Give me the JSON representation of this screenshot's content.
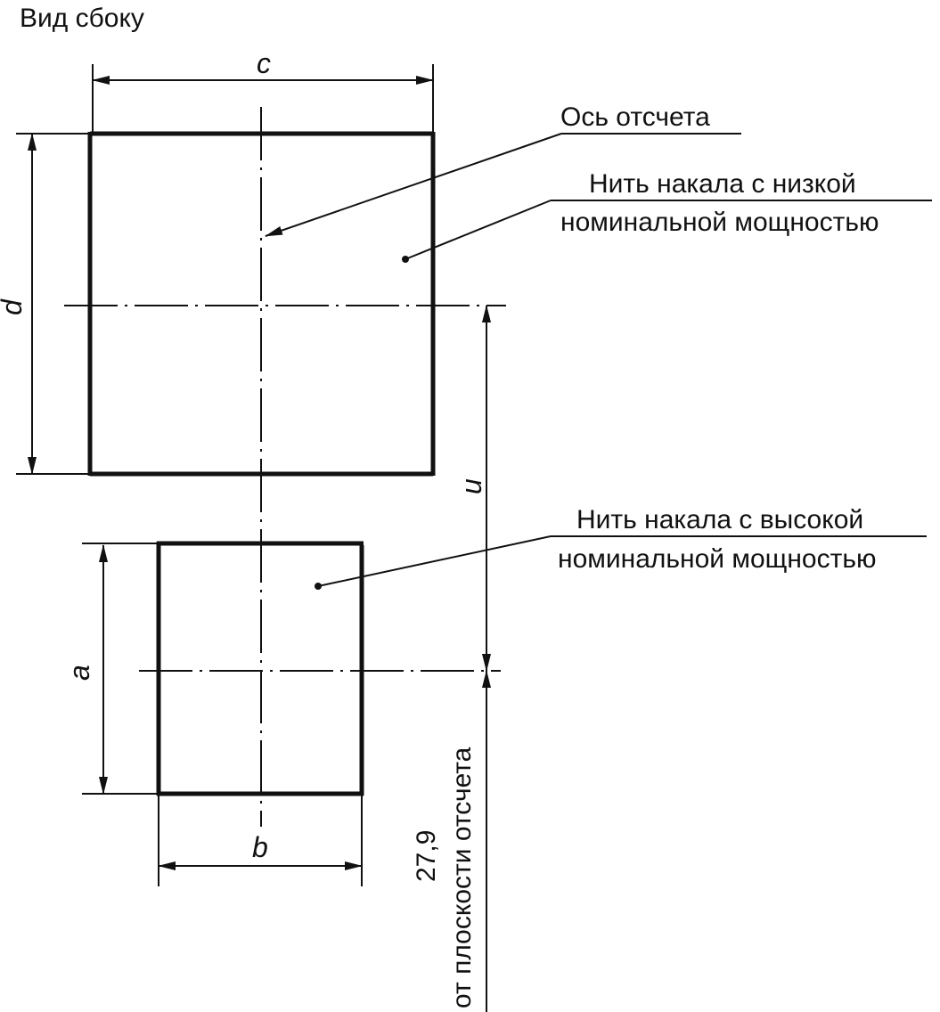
{
  "title": "Вид сбоку",
  "labels": {
    "c": "c",
    "d": "d",
    "u": "u",
    "a": "a",
    "b": "b"
  },
  "callouts": {
    "reference_axis": "Ось отсчета",
    "low_filament_line1": "Нить накала с низкой",
    "low_filament_line2": "номинальной мощностью",
    "high_filament_line1": "Нить накала с высокой",
    "high_filament_line2": "номинальной мощностью"
  },
  "reference_note": {
    "value": "27,9",
    "text": "от плоскости отсчета"
  }
}
